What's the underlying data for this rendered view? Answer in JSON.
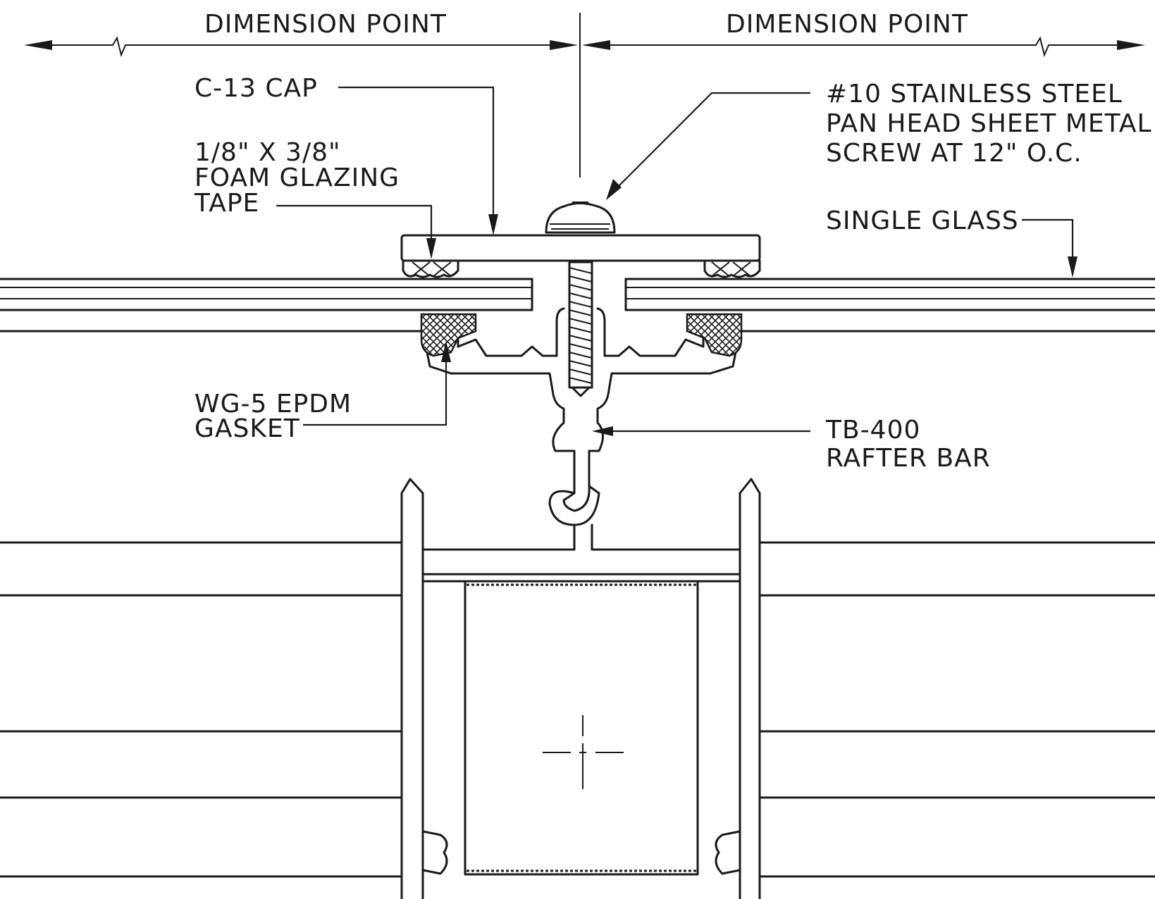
{
  "dimension": {
    "left_label": "DIMENSION POINT",
    "right_label": "DIMENSION POINT"
  },
  "callouts": {
    "cap": "C-13 CAP",
    "tape_line1": "1/8\" X 3/8\"",
    "tape_line2": "FOAM GLAZING",
    "tape_line3": "TAPE",
    "screw_line1": "#10 STAINLESS STEEL",
    "screw_line2": "PAN HEAD SHEET METAL",
    "screw_line3": "SCREW AT 12\" O.C.",
    "glass": "SINGLE GLASS",
    "gasket_line1": "WG-5 EPDM",
    "gasket_line2": "GASKET",
    "rafter_line1": "TB-400",
    "rafter_line2": "RAFTER BAR"
  }
}
